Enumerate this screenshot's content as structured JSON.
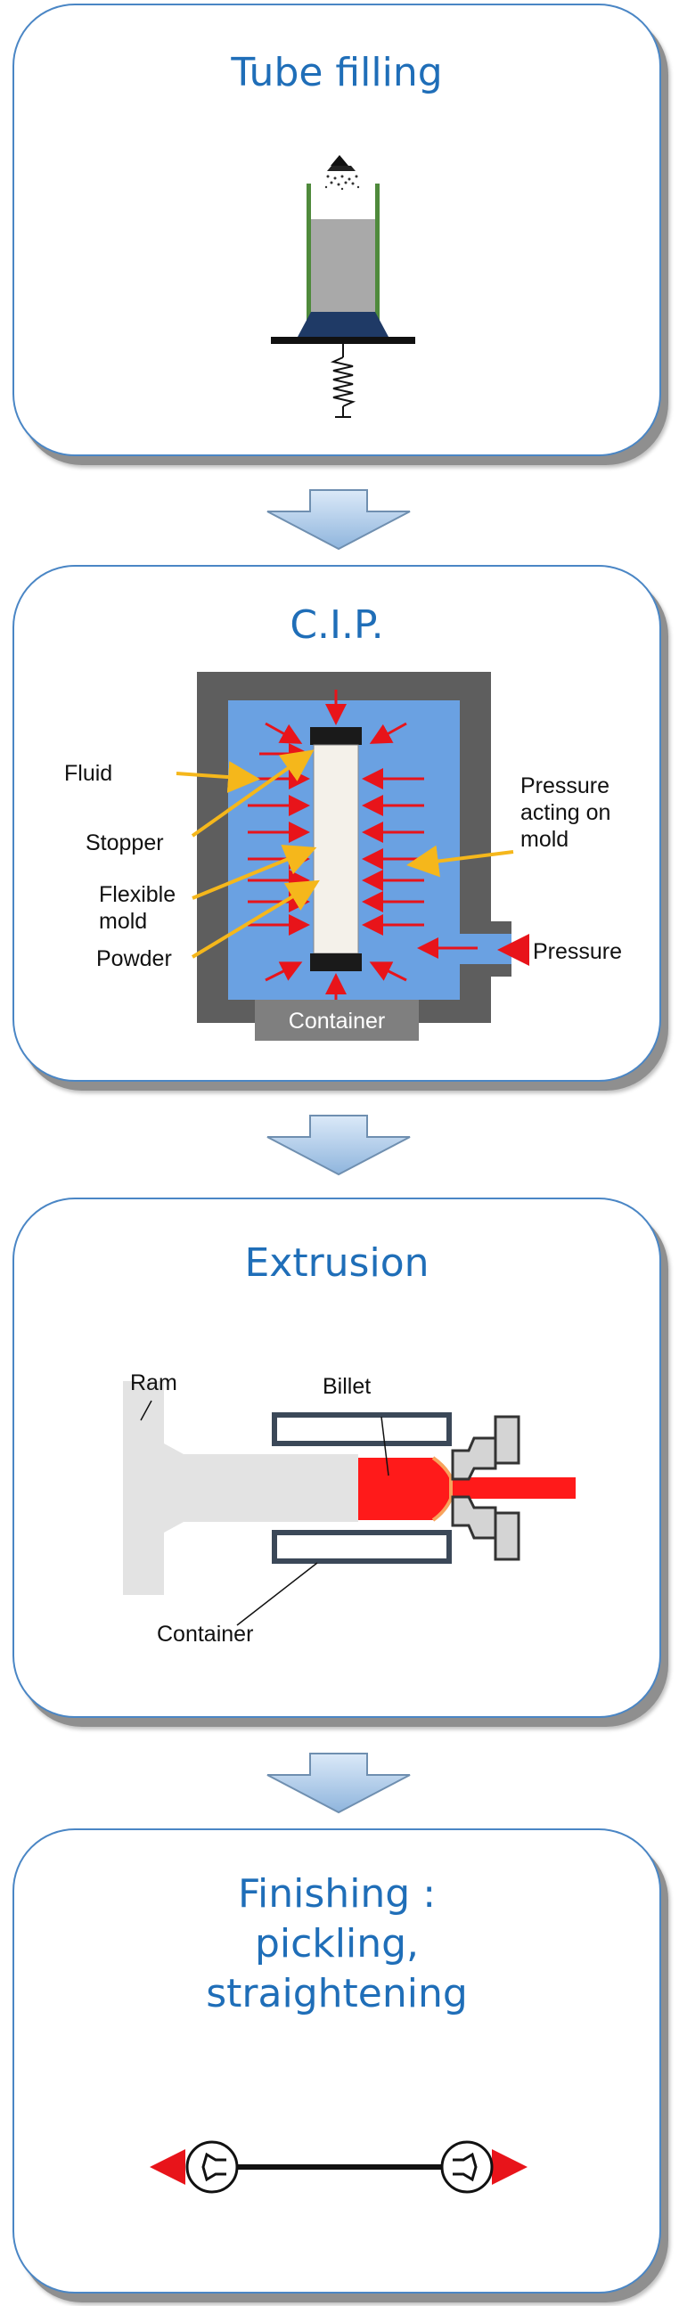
{
  "steps": [
    {
      "title_lines": [
        "Tube filling"
      ]
    },
    {
      "title_lines": [
        "C.I.P."
      ],
      "labels": {
        "fluid": "Fluid",
        "stopper": "Stopper",
        "flexible_mold_1": "Flexible",
        "flexible_mold_2": "mold",
        "powder": "Powder",
        "pressure_acting_1": "Pressure",
        "pressure_acting_2": "acting on",
        "pressure_acting_3": "mold",
        "pressure": "Pressure",
        "container": "Container"
      }
    },
    {
      "title_lines": [
        "Extrusion"
      ],
      "labels": {
        "ram": "Ram",
        "billet": "Billet",
        "container": "Container"
      }
    },
    {
      "title_lines": [
        "Finishing :",
        "pickling,",
        "straightening"
      ]
    }
  ],
  "colors": {
    "title": "#1f6eb8",
    "panel_border": "#4a86c5",
    "fluid": "#6aa1e2",
    "vessel": "#5e5e5e",
    "pressure_arrow": "#e8141a",
    "leader_line": "#f5b71b",
    "billet": "#ff1a1a",
    "connector_arrow": "#b7d3f0"
  }
}
